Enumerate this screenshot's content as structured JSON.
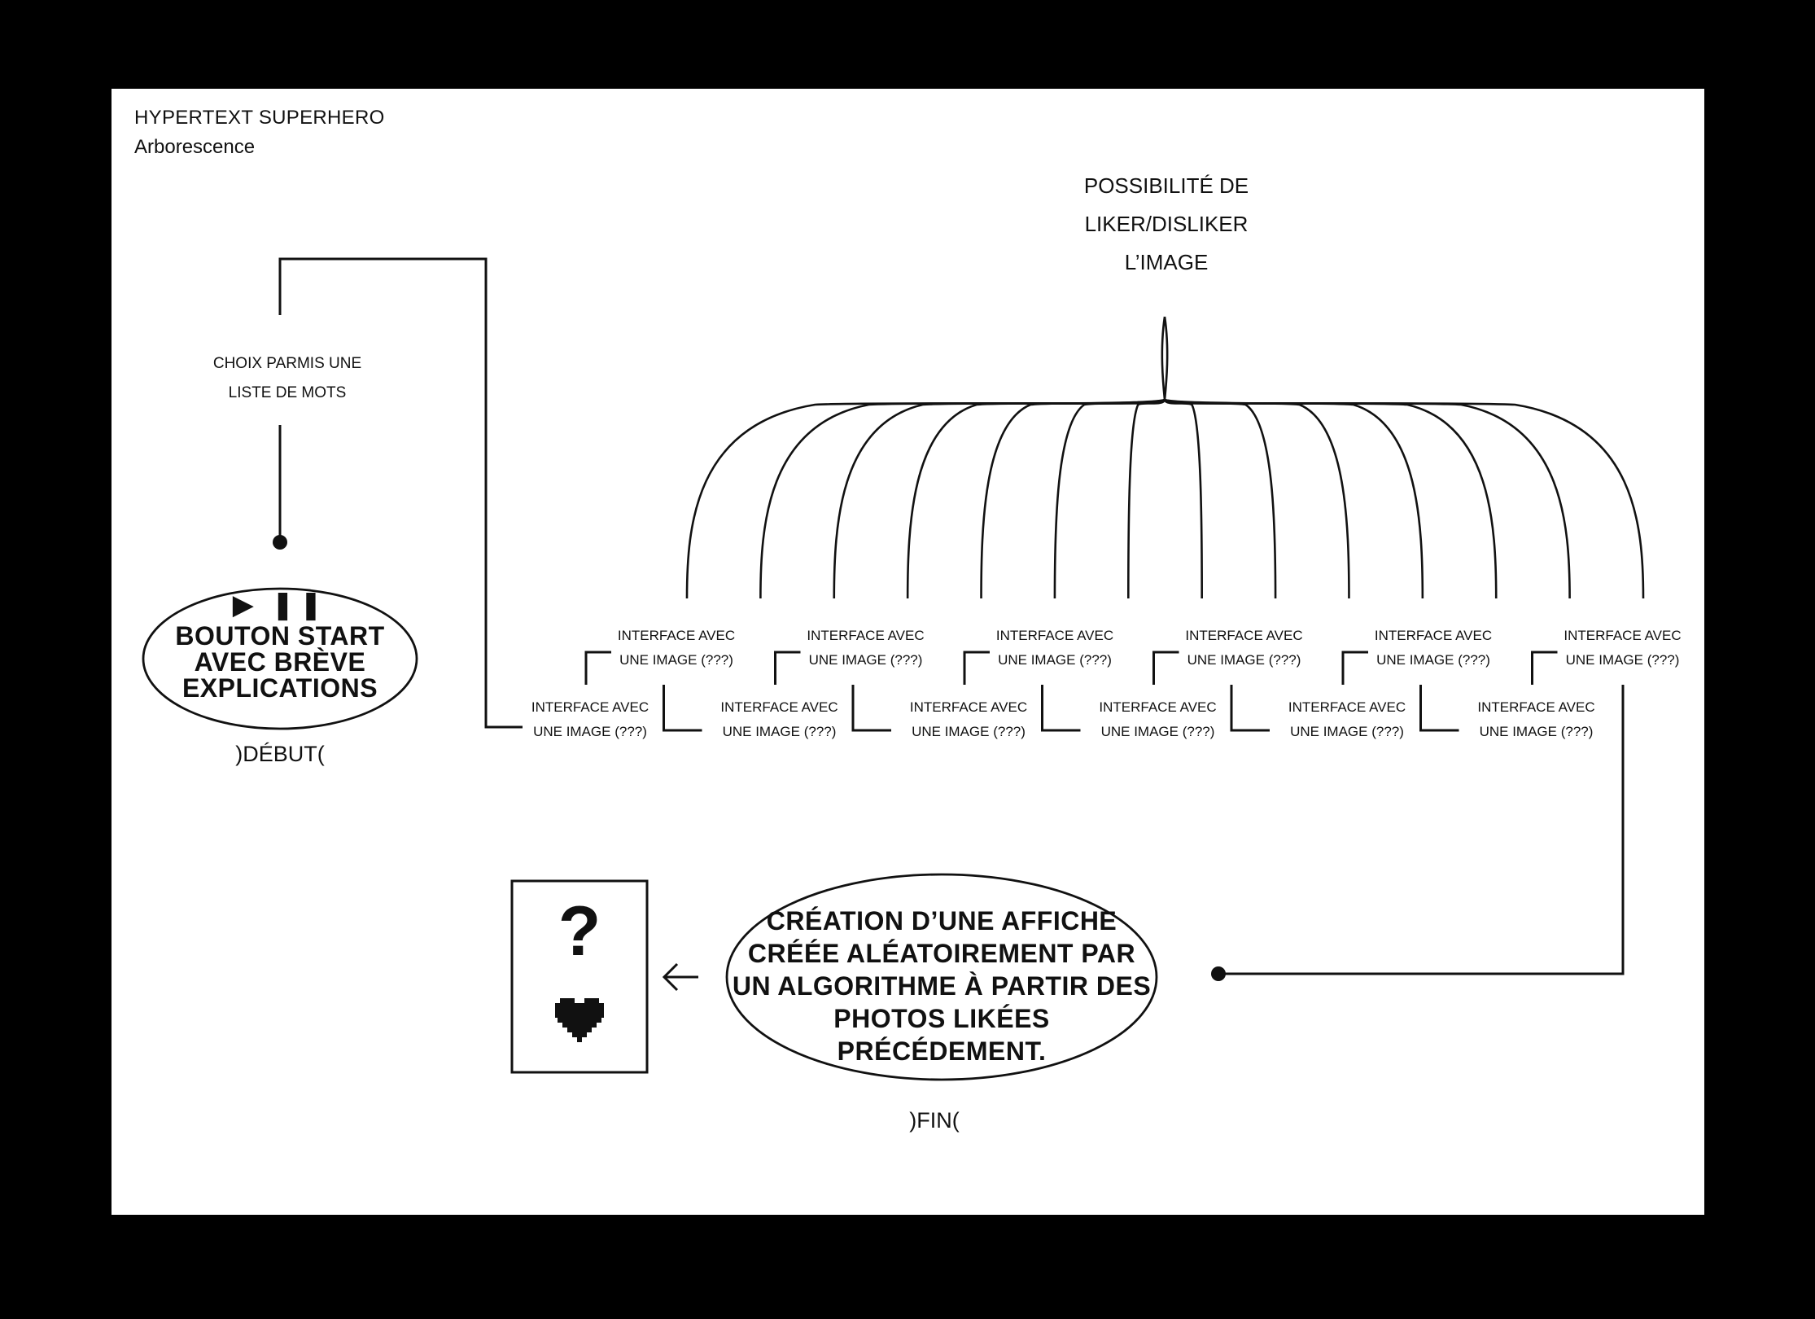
{
  "header": {
    "title": "HYPERTEXT SUPERHERO",
    "subtitle": "Arborescence"
  },
  "like_label": [
    "POSSIBILITÉ DE",
    "LIKER/DISLIKER",
    "L’IMAGE"
  ],
  "choice_label": [
    "CHOIX PARMIS UNE",
    "LISTE DE MOTS"
  ],
  "start": {
    "icons": "▶ ❚❚",
    "text": [
      "BOUTON START",
      "AVEC BRÈVE",
      "EXPLICATIONS"
    ],
    "label": ")DÉBUT("
  },
  "interfaces": [
    [
      "INTERFACE AVEC",
      "UNE IMAGE (???)"
    ],
    [
      "INTERFACE AVEC",
      "UNE IMAGE (???)"
    ],
    [
      "INTERFACE AVEC",
      "UNE IMAGE (???)"
    ],
    [
      "INTERFACE AVEC",
      "UNE IMAGE (???)"
    ],
    [
      "INTERFACE AVEC",
      "UNE IMAGE (???)"
    ],
    [
      "INTERFACE AVEC",
      "UNE IMAGE (???)"
    ],
    [
      "INTERFACE AVEC",
      "UNE IMAGE (???)"
    ],
    [
      "INTERFACE AVEC",
      "UNE IMAGE (???)"
    ],
    [
      "INTERFACE AVEC",
      "UNE IMAGE (???)"
    ],
    [
      "INTERFACE AVEC",
      "UNE IMAGE (???)"
    ],
    [
      "INTERFACE AVEC",
      "UNE IMAGE (???)"
    ],
    [
      "INTERFACE AVEC",
      "UNE IMAGE (???)"
    ]
  ],
  "end": {
    "text": [
      "CRÉATION D’UNE AFFICHE",
      "CRÉÉE ALÉATOIREMENT PAR",
      "UN ALGORITHME À PARTIR DES",
      "PHOTOS LIKÉES",
      "PRÉCÉDEMENT."
    ],
    "label": ")FIN("
  },
  "poster": {
    "symbol": "?",
    "icon": "heart-icon"
  },
  "arrow_icon": "left-arrow-icon"
}
